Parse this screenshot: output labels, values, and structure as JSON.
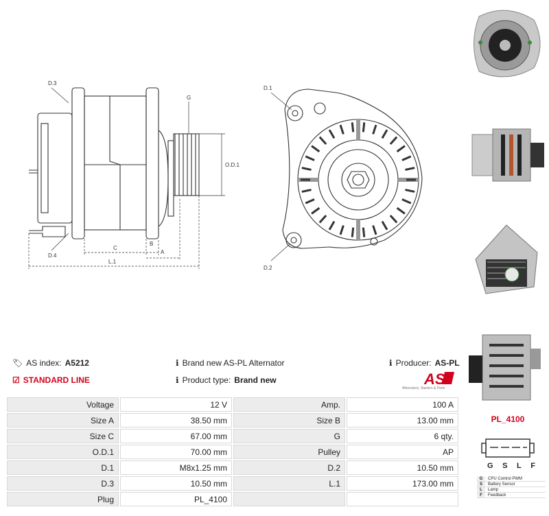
{
  "dimensions": {
    "d3": "D.3",
    "g": "G",
    "od1": "O.D.1",
    "d4": "D.4",
    "c": "C",
    "b": "B",
    "a": "A",
    "l1": "L.1",
    "d1": "D.1",
    "d2": "D.2"
  },
  "info": {
    "as_index_label": "AS index:",
    "as_index_value": "A5212",
    "description": "Brand new AS-PL Alternator",
    "producer_label": "Producer:",
    "producer_value": "AS-PL",
    "standard_line": "STANDARD LINE",
    "product_type_label": "Product type:",
    "product_type_value": "Brand new"
  },
  "logo": {
    "text": "AS",
    "subtitle": "Alternators, Starters & Parts",
    "color": "#d0021b"
  },
  "specs": [
    [
      "Voltage",
      "12 V",
      "Amp.",
      "100 A"
    ],
    [
      "Size A",
      "38.50 mm",
      "Size B",
      "13.00 mm"
    ],
    [
      "Size C",
      "67.00 mm",
      "G",
      "6 qty."
    ],
    [
      "O.D.1",
      "70.00 mm",
      "Pulley",
      "AP"
    ],
    [
      "D.1",
      "M8x1.25 mm",
      "D.2",
      "10.50 mm"
    ],
    [
      "D.3",
      "10.50 mm",
      "L.1",
      "173.00 mm"
    ],
    [
      "Plug",
      "PL_4100",
      "",
      ""
    ]
  ],
  "plug": {
    "title": "PL_4100",
    "pins": [
      "G",
      "S",
      "L",
      "F"
    ],
    "legend": [
      {
        "key": "G",
        "value": "CPU Control PWM"
      },
      {
        "key": "S",
        "value": "Battery Sensor"
      },
      {
        "key": "L",
        "value": "Lamp"
      },
      {
        "key": "F",
        "value": "Feedback"
      }
    ]
  },
  "colors": {
    "accent": "#d0021b",
    "table_key_bg": "#ececec",
    "line": "#333333"
  }
}
